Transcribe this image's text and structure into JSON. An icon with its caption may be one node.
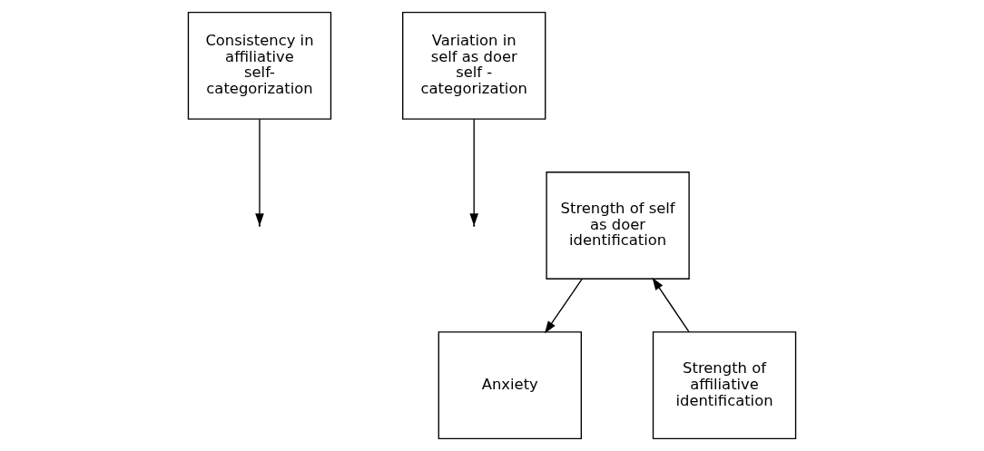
{
  "diagram": {
    "nodes": [
      {
        "text": [
          "Consistency in affiliative self-categorization"
        ]
      },
      {
        "text": [
          "Variation in self as doer self - categorization"
        ]
      },
      {
        "text": [
          "Strength of self as doer identification"
        ]
      },
      {
        "text": [
          "Strength of affiliative identification"
        ]
      },
      {
        "text": [
          "Anxiety"
        ]
      }
    ],
    "edges": [
      {
        "from": 3,
        "to": 2,
        "arrow": "to"
      },
      {
        "from": 2,
        "to": 4,
        "arrow": "to"
      },
      {
        "from": 0,
        "to": null,
        "arrow": "to"
      },
      {
        "from": 1,
        "to": null,
        "arrow": "to"
      }
    ]
  }
}
